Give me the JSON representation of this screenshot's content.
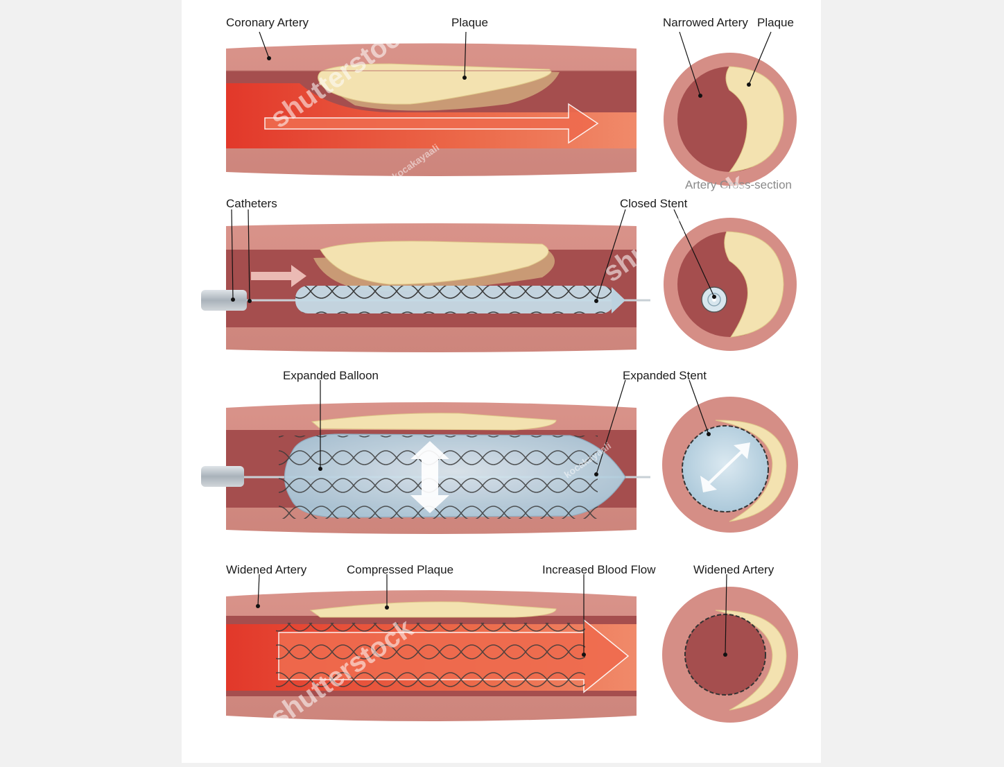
{
  "colors": {
    "artery_wall": "#d58e86",
    "artery_wall_dark": "#c07870",
    "lumen": "#a54e4e",
    "plaque": "#f3e2b0",
    "plaque_under": "#c99a75",
    "blood": "#e85a3b",
    "balloon": "#b9d4e3",
    "stent": "#333333"
  },
  "panels": [
    {
      "id": "blocked",
      "labels": [
        "Coronary Artery",
        "Plaque",
        "Narrowed Artery",
        "Plaque"
      ],
      "caption": "Artery Cross-section"
    },
    {
      "id": "catheter",
      "labels": [
        "Catheters",
        "Closed Stent"
      ]
    },
    {
      "id": "balloon",
      "labels": [
        "Expanded Balloon",
        "Expanded Stent"
      ]
    },
    {
      "id": "widened",
      "labels": [
        "Widened Artery",
        "Compressed Plaque",
        "Increased Blood Flow",
        "Widened Artery"
      ]
    }
  ],
  "watermark": {
    "brand": "shutterstock",
    "author": "kocakayaali"
  }
}
